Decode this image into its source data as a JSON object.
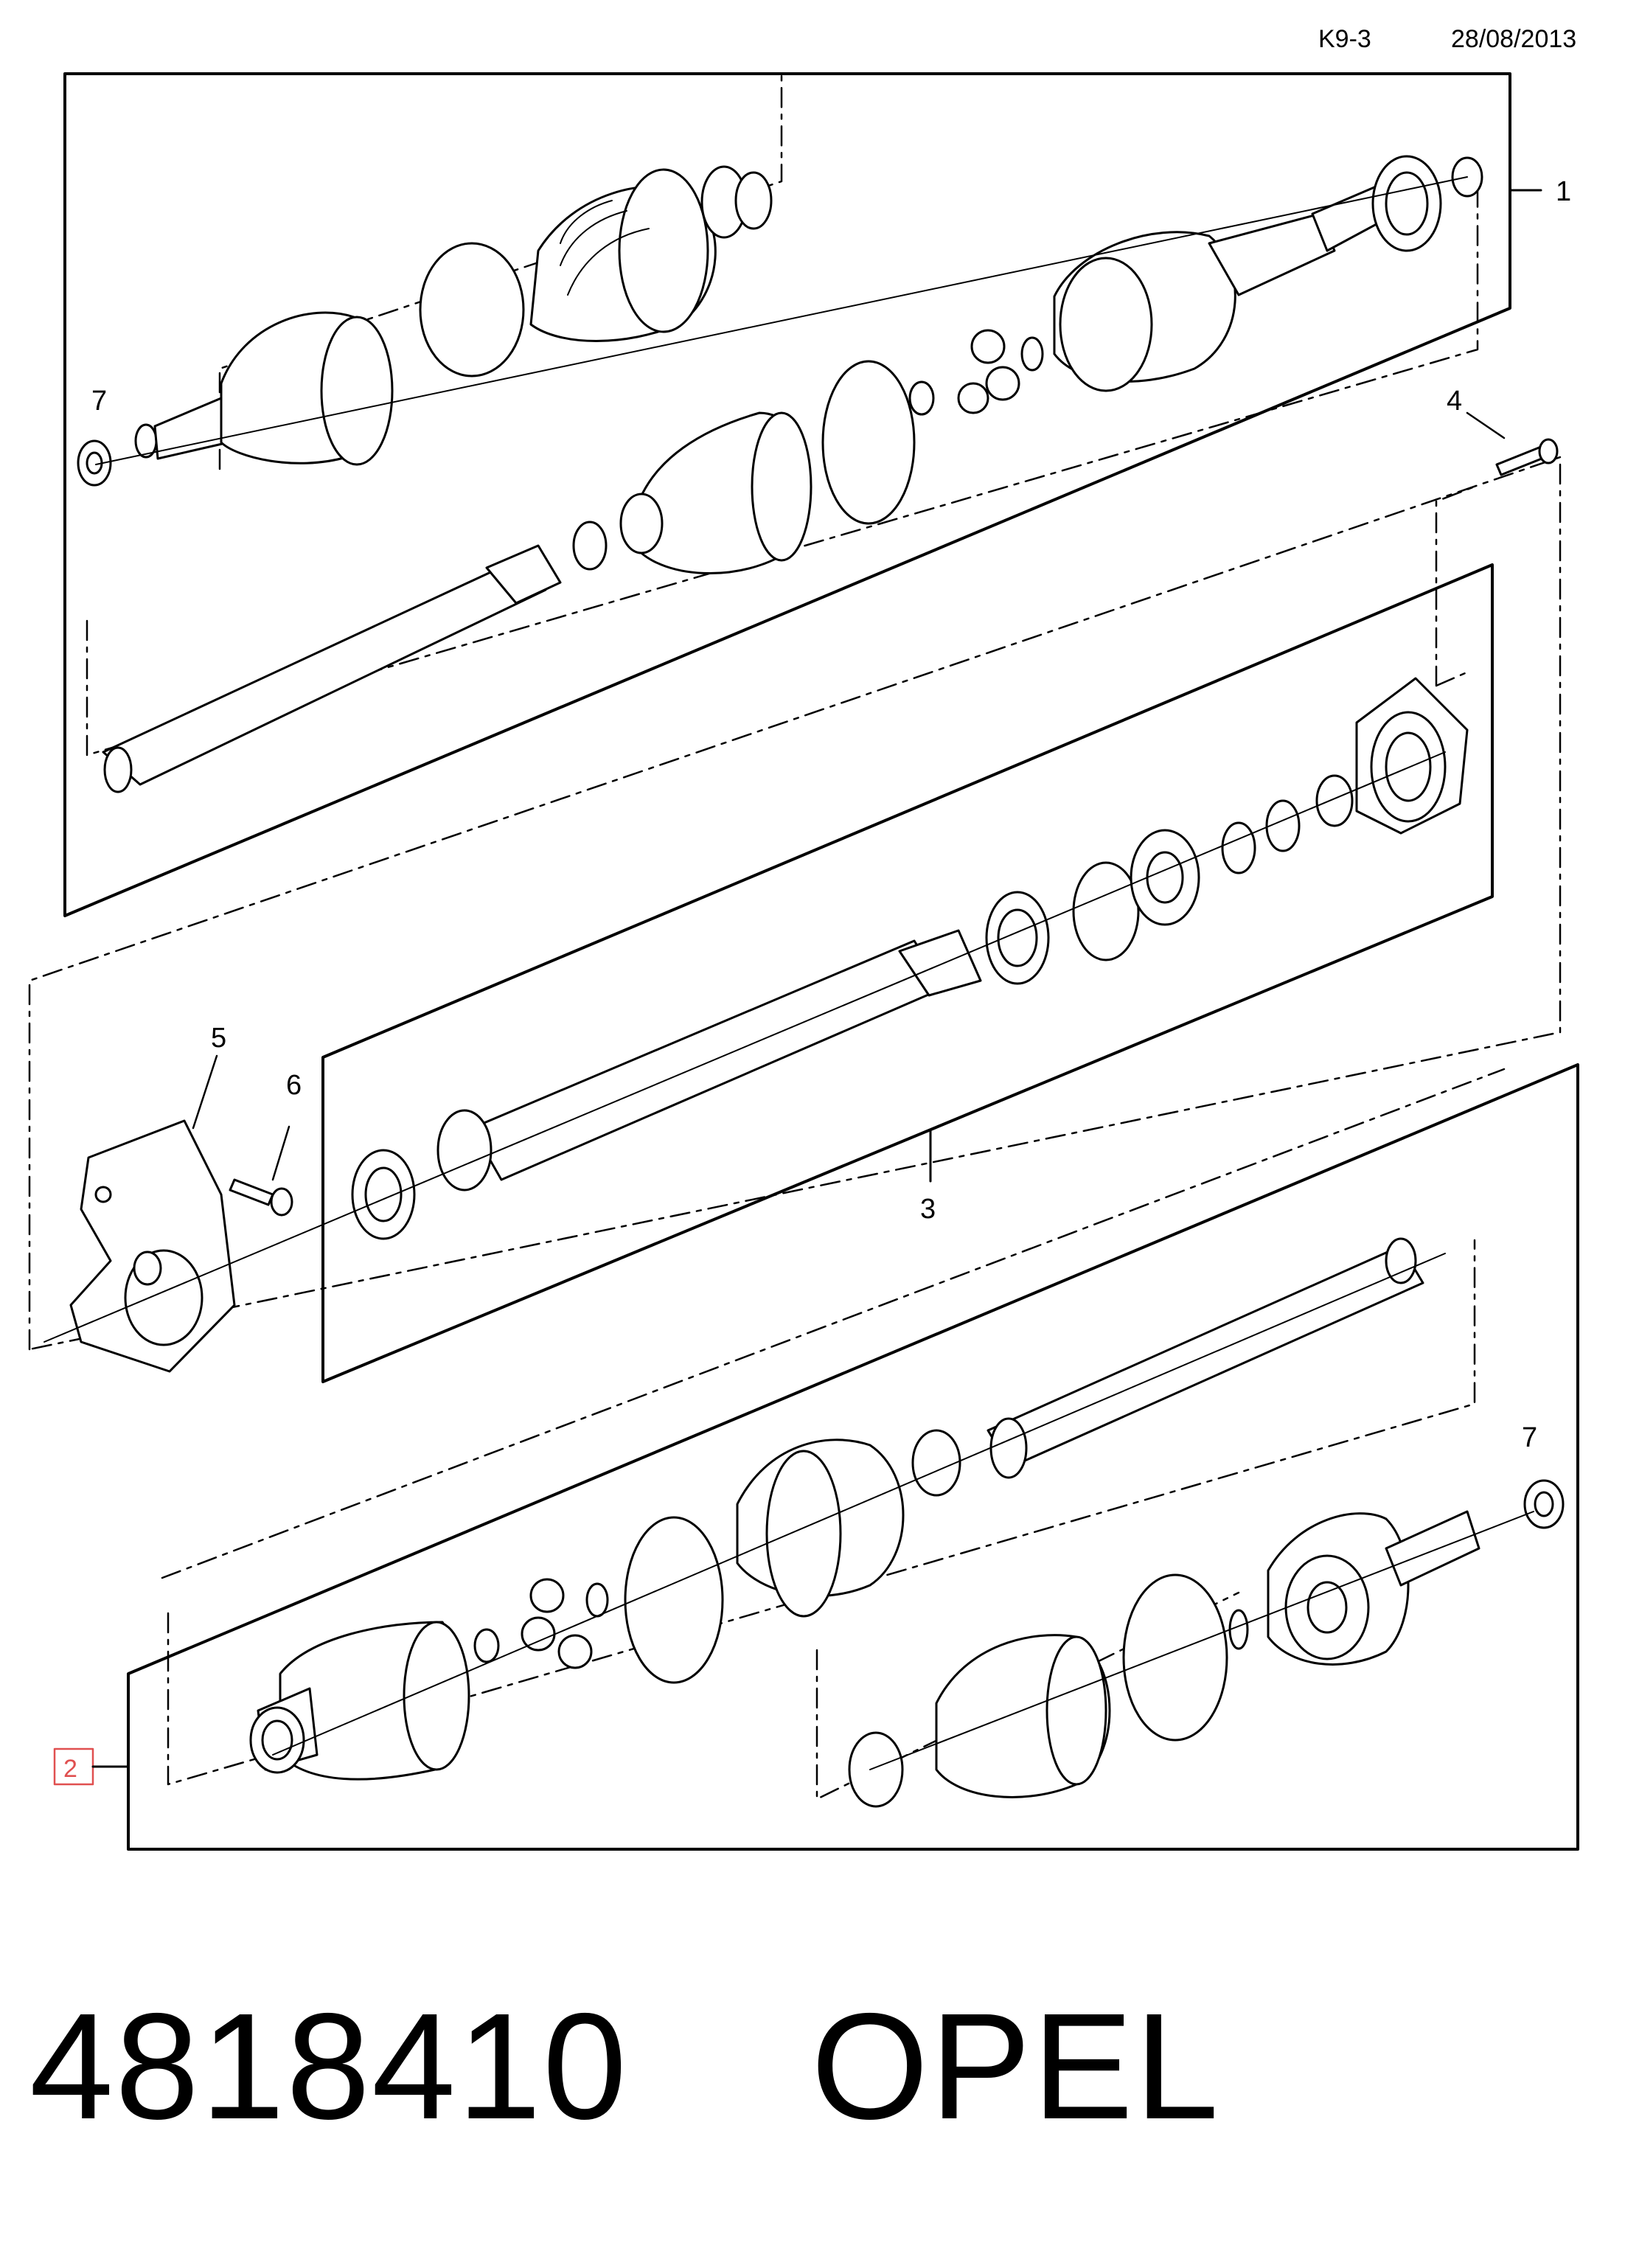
{
  "header": {
    "code": "K9-3",
    "date": "28/08/2013"
  },
  "callouts": {
    "c1": "1",
    "c2": "2",
    "c3": "3",
    "c4": "4",
    "c5": "5",
    "c6": "6",
    "c7_top": "7",
    "c7_bottom": "7"
  },
  "highlight_color": "#e05050",
  "footer": {
    "part_number": "4818410",
    "brand": "OPEL"
  }
}
